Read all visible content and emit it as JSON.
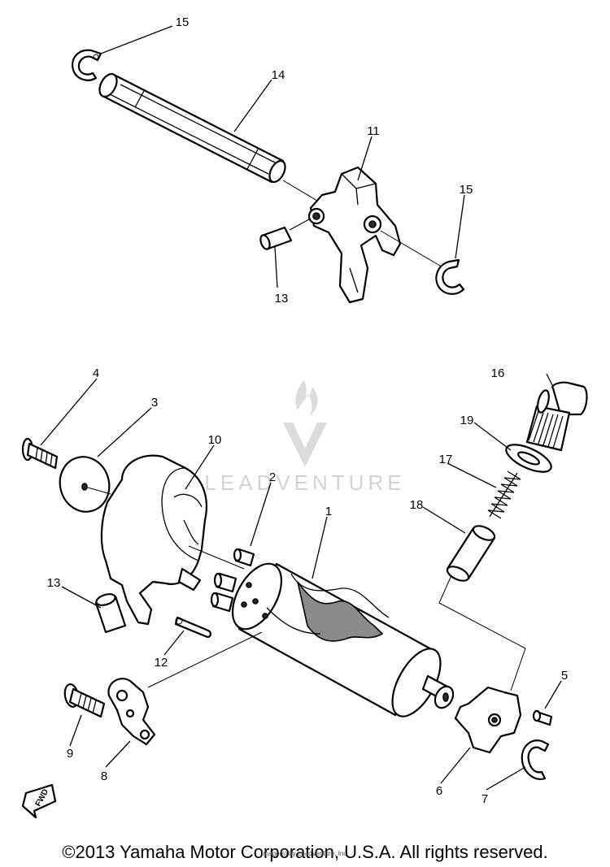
{
  "diagram": {
    "callouts": {
      "c1": "1",
      "c2": "2",
      "c3": "3",
      "c4": "4",
      "c5": "5",
      "c6": "6",
      "c7": "7",
      "c8": "8",
      "c9": "9",
      "c10": "10",
      "c11": "11",
      "c12": "12",
      "c13a": "13",
      "c13b": "13",
      "c14": "14",
      "c15a": "15",
      "c15b": "15",
      "c16": "16",
      "c17": "17",
      "c18": "18",
      "c19": "19"
    },
    "fwd_label": "FWD",
    "watermark": "LEADVENTURE"
  },
  "footer": {
    "copyright": "©2013 Yamaha Motor Corporation, U.S.A. All rights reserved.",
    "courtesy": "Image(s) by LeadVenture, Inc."
  }
}
